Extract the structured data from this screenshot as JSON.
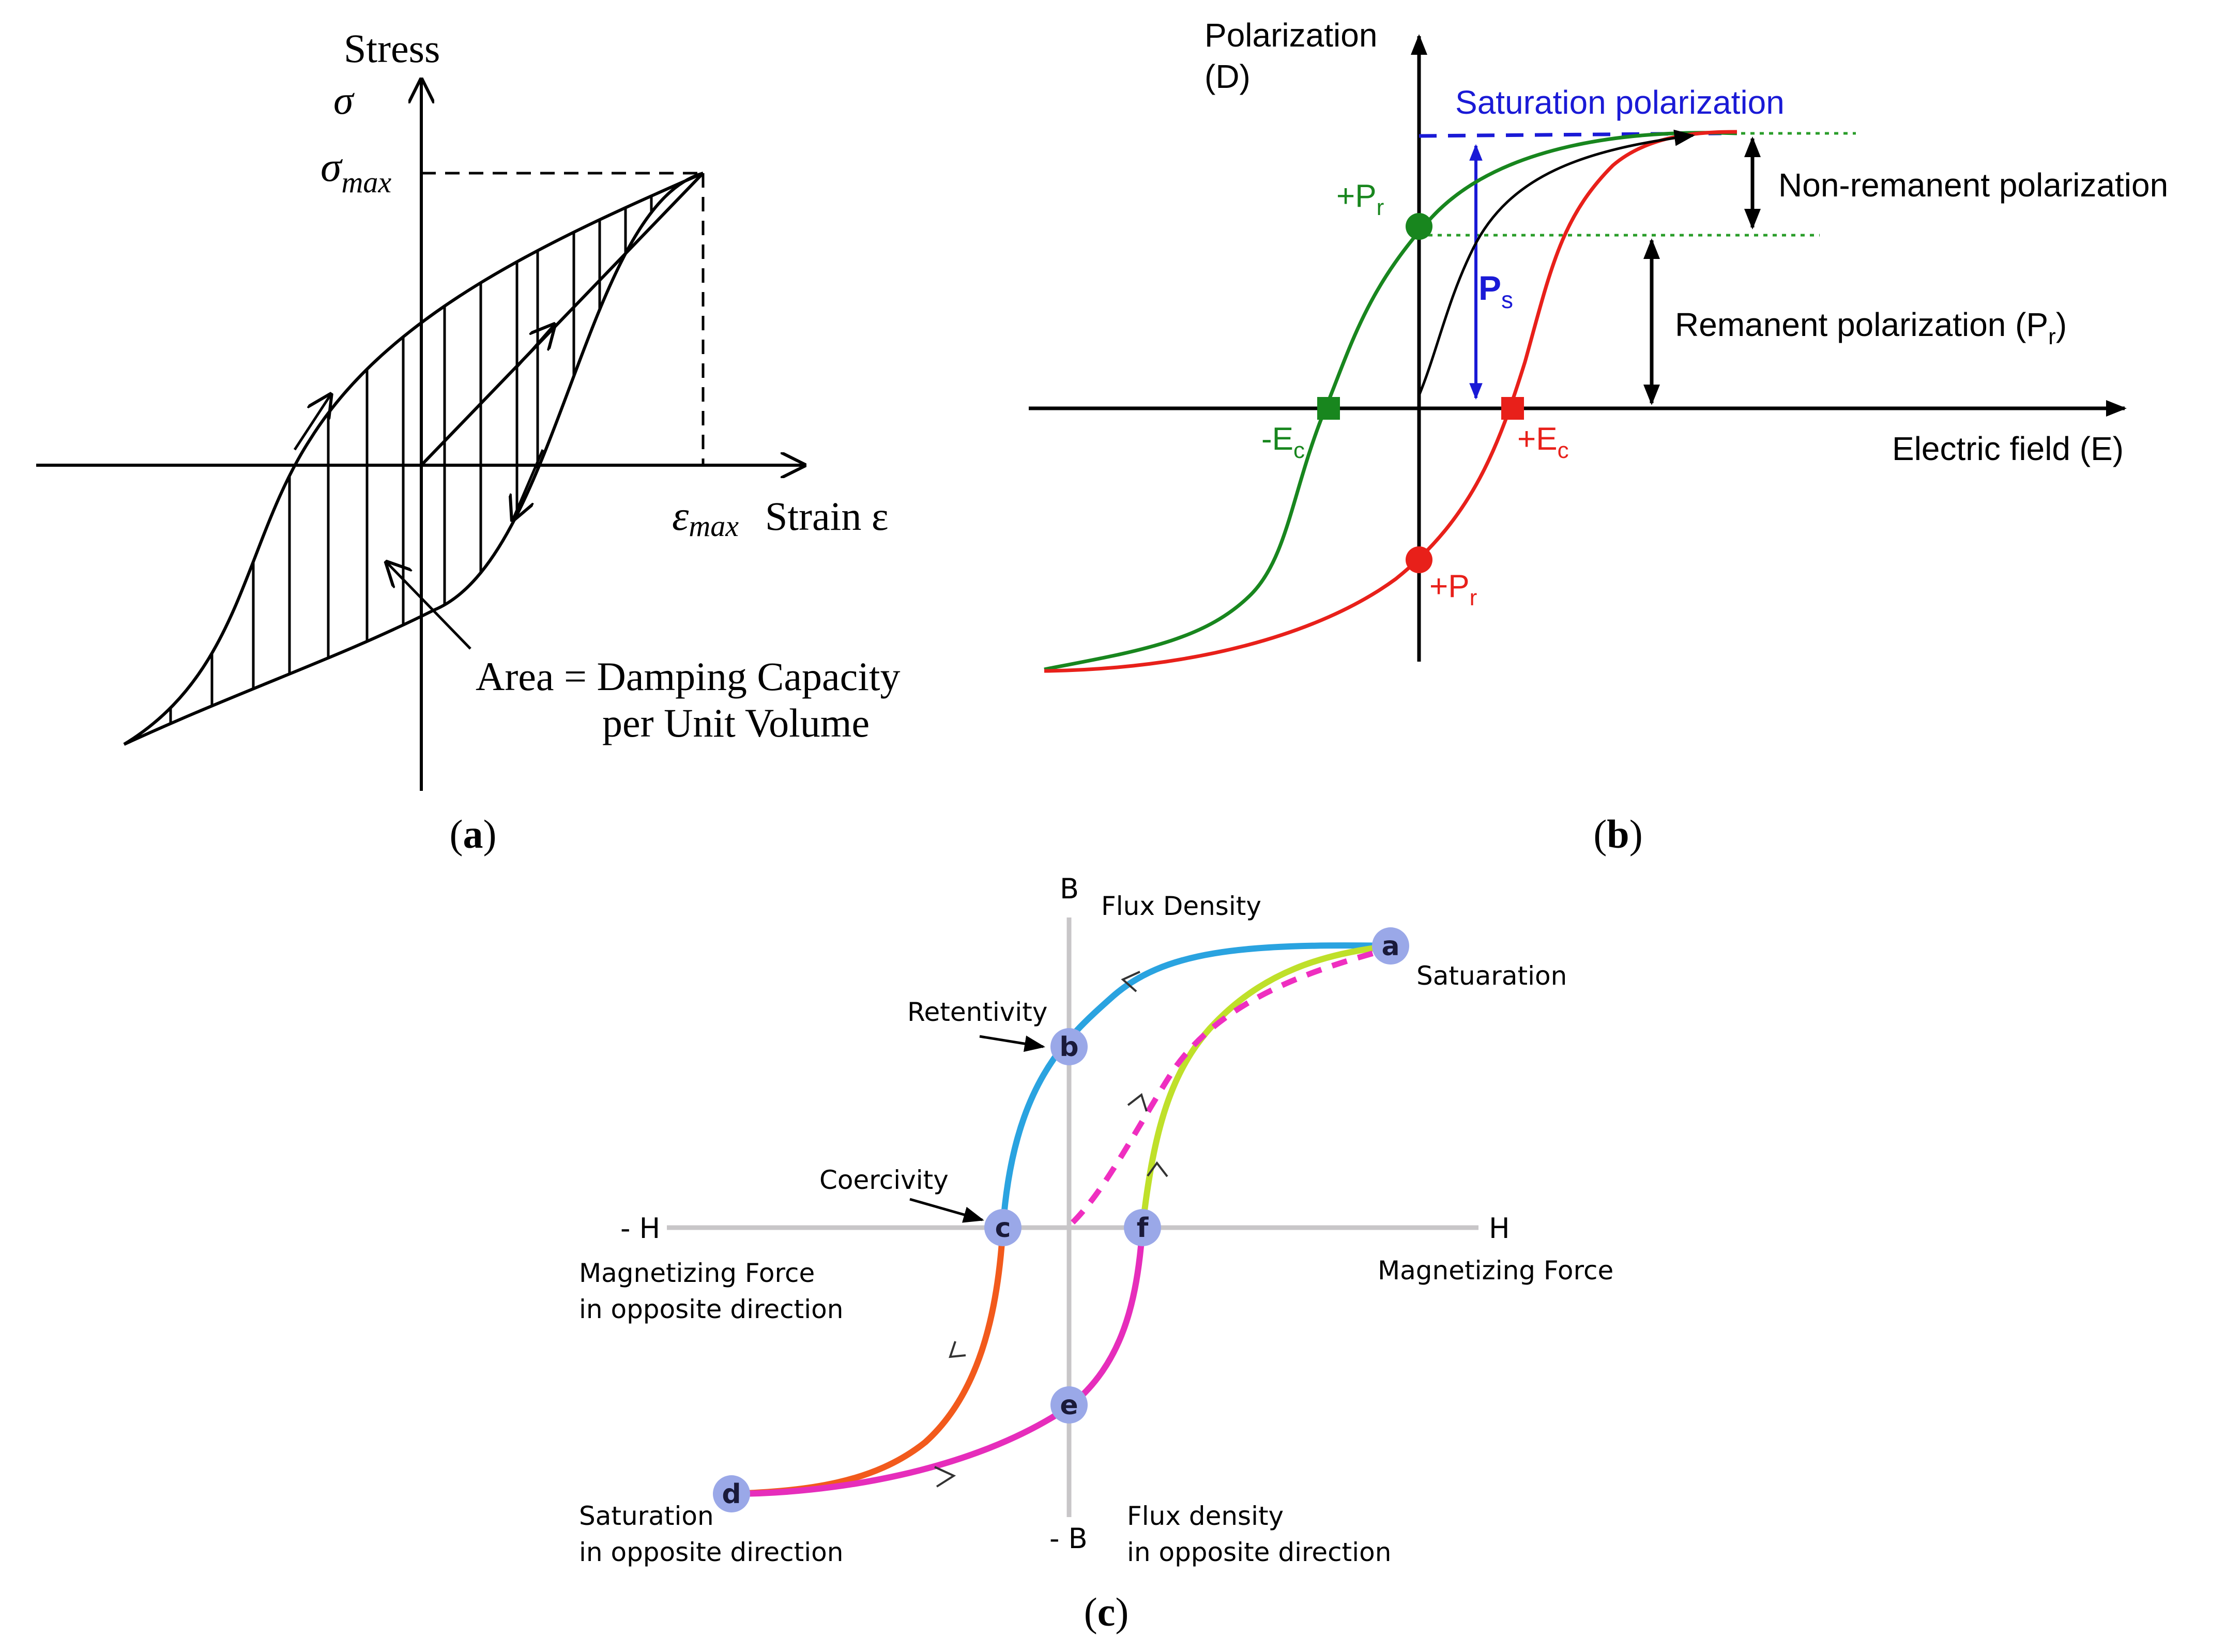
{
  "panel_a": {
    "caption": "a",
    "y_axis_title": "Stress",
    "y_symbol": "σ",
    "y_max_label": "σ",
    "y_max_sub": "max",
    "x_max_label": "ε",
    "x_max_sub": "max",
    "x_axis_title": "Strain ε",
    "area_label_1": "Area = Damping Capacity",
    "area_label_2": "per Unit Volume"
  },
  "panel_b": {
    "caption": "b",
    "y_axis_title_1": "Polarization",
    "y_axis_title_2": "(D)",
    "x_axis_title": "Electric field (E)",
    "saturation_label": "Saturation polarization",
    "non_remanent_label": "Non-remanent polarization",
    "remanent_label": "Remanent polarization (P",
    "remanent_sub": "r",
    "remanent_close": ")",
    "ps_label": "P",
    "ps_sub": "s",
    "pr_top_label": "+P",
    "pr_top_sub": "r",
    "pr_bottom_label": "+P",
    "pr_bottom_sub": "r",
    "ec_neg_label": "-E",
    "ec_neg_sub": "c",
    "ec_pos_label": "+E",
    "ec_pos_sub": "c",
    "colors": {
      "ascending_branch": "#e8201a",
      "descending_branch": "#18861e",
      "saturation_line": "#1a1ad6",
      "guide_lines": "#2a9d2a"
    }
  },
  "panel_c": {
    "caption": "c",
    "y_pos_label": "B",
    "y_pos_title": "Flux Density",
    "y_neg_label": "- B",
    "y_neg_title_1": "Flux density",
    "y_neg_title_2": "in opposite direction",
    "x_pos_label": "H",
    "x_pos_title": "Magnetizing Force",
    "x_neg_label": "- H",
    "x_neg_title_1": "Magnetizing Force",
    "x_neg_title_2": "in opposite direction",
    "retentivity_label": "Retentivity",
    "coercivity_label": "Coercivity",
    "saturation_label": "Satuaration",
    "saturation_opp_1": "Saturation",
    "saturation_opp_2": "in opposite direction",
    "points": [
      "a",
      "b",
      "c",
      "d",
      "e",
      "f"
    ],
    "colors": {
      "a_to_c": "#2aa3e0",
      "c_to_d": "#f25a1c",
      "d_to_f": "#e62dbb",
      "f_to_a": "#bfe02a",
      "initial": "#ef2ec0",
      "point_fill": "#9aa8e8"
    }
  }
}
